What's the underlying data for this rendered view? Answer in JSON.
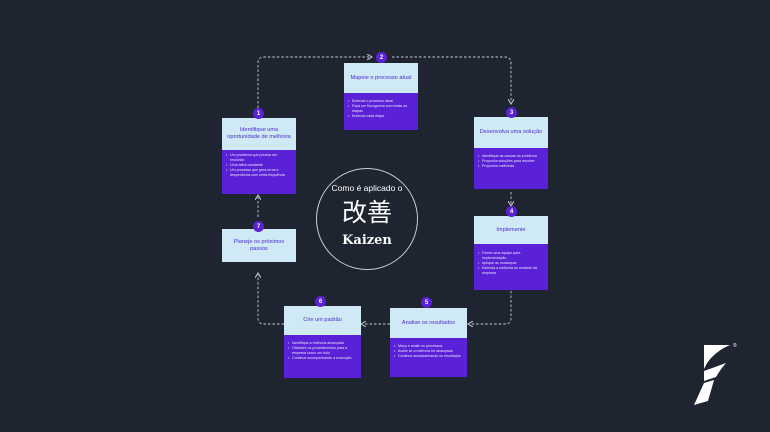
{
  "center": {
    "title": "Como é aplicado o",
    "kanji": "改善",
    "word": "Kaizen"
  },
  "steps": [
    {
      "number": "1",
      "title": "Identifique uma oportunidade de melhoria",
      "items": [
        "Um problema que precisa ser resolvido",
        "Uma falha constante",
        "Um processo que gera erros e desperdícios com certa frequência"
      ]
    },
    {
      "number": "2",
      "title": "Mapeie o processo atual",
      "items": [
        "Entenda o processo atual",
        "Faça um fluxograma com todas as etapas",
        "Entenda cada etapa"
      ]
    },
    {
      "number": "3",
      "title": "Desenvolva uma solução",
      "items": [
        "Identifique as causas do problema",
        "Proponha soluções para resolver",
        "Proponha melhorias"
      ]
    },
    {
      "number": "4",
      "title": "Implemente",
      "items": [
        "Forme uma equipe para implementação",
        "Aplique as mudanças",
        "Estenda a melhoria ao restante da empresa"
      ]
    },
    {
      "number": "5",
      "title": "Analise os resultados",
      "items": [
        "Meça e avalie os processos",
        "Avalie se a melhoria foi alcançada",
        "Continue acompanhando os resultados"
      ]
    },
    {
      "number": "6",
      "title": "Crie um padrão",
      "items": [
        "Identifique a melhoria alcançada",
        "Oficialize os procedimentos para a empresa como um todo",
        "Continue acompanhando a execução"
      ]
    },
    {
      "number": "7",
      "title": "Planeje os próximos passos",
      "items": []
    }
  ],
  "colors": {
    "background": "#1e2530",
    "card_head": "#cfe9f7",
    "card_body": "#5b21d6",
    "badge": "#5b21d6",
    "head_text": "#4b2bd0"
  },
  "logo": {
    "icon": "brand-flame-logo-icon",
    "mark": "®"
  }
}
